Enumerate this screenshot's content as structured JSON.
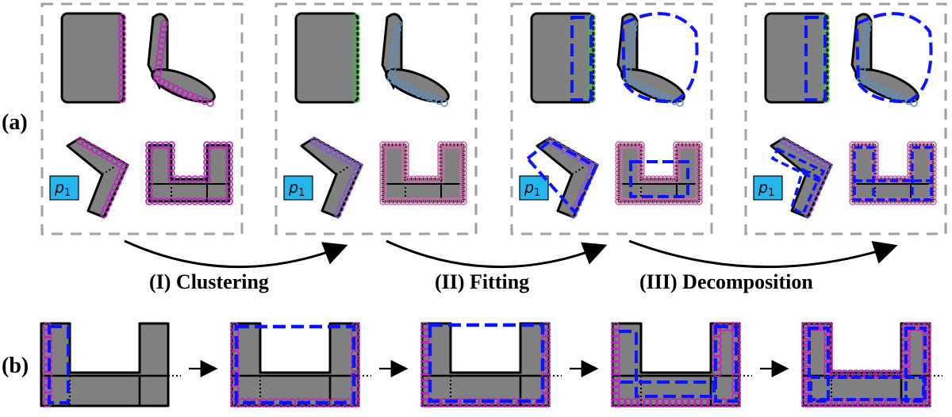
{
  "row_labels": {
    "a": "(a)",
    "b": "(b)"
  },
  "steps": [
    "(I) Clustering",
    "(II) Fitting",
    "(III) Decomposition"
  ],
  "point_label": "p",
  "point_subscript": "1",
  "colors": {
    "shape_fill": "#808080",
    "frame": "#a0a0a0",
    "magenta": "#c020c0",
    "green": "#4caf50",
    "steelblue": "#5b8fc7",
    "purple": "#8a4fd8",
    "pink": "#c86fa8",
    "fit_blue": "#0a14ff",
    "label_box": "#22b5ee"
  }
}
